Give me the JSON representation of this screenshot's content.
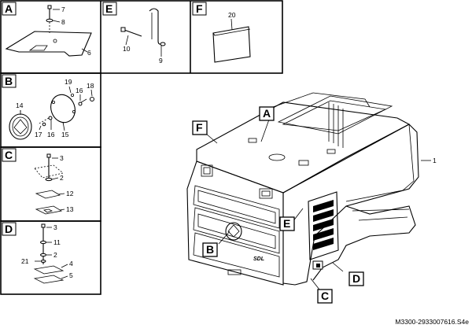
{
  "views": {
    "A": {
      "label": "A",
      "parts": [
        "7",
        "8",
        "6"
      ]
    },
    "B": {
      "label": "B",
      "parts": [
        "19",
        "16",
        "18",
        "14",
        "17",
        "16",
        "15"
      ]
    },
    "C": {
      "label": "C",
      "parts": [
        "3",
        "2",
        "12",
        "13"
      ]
    },
    "D": {
      "label": "D",
      "parts": [
        "3",
        "11",
        "2",
        "21",
        "4",
        "5"
      ]
    },
    "E": {
      "label": "E",
      "parts": [
        "10",
        "9"
      ]
    },
    "F": {
      "label": "F",
      "parts": [
        "20"
      ]
    }
  },
  "main": {
    "callouts": [
      "A",
      "F",
      "E",
      "B",
      "C",
      "D"
    ],
    "part_1": "1",
    "badge_text": "SDL"
  },
  "footer": {
    "code": "M3300-2933007616.S4e"
  }
}
